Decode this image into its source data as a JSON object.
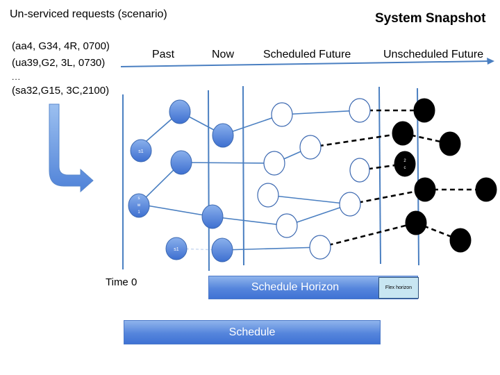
{
  "header": {
    "scenario_title": "Un-serviced requests (scenario)",
    "snapshot_title": "System Snapshot"
  },
  "requests": [
    "(aa4, G34, 4R, 0700)",
    "(ua39,G2, 3L, 0730)",
    "...",
    "(sa32,G15, 3C,2100)"
  ],
  "phases": {
    "past": "Past",
    "now": "Now",
    "scheduled_future": "Scheduled Future",
    "unscheduled_future": "Unscheduled Future"
  },
  "time_zero_label": "Time 0",
  "bars": {
    "schedule_horizon": "Schedule Horizon",
    "flex_horizon": "Flex horizon",
    "schedule": "Schedule"
  },
  "node_labels": {
    "s1_top": "s1",
    "s1_bottom": "s1",
    "sw1": [
      "s",
      "w",
      "1"
    ],
    "two_c": [
      "2",
      "c"
    ]
  },
  "colors": {
    "line_blue": "#4a7fc1",
    "node_blue": "#4f81d3",
    "node_white": "#ffffff",
    "node_black": "#000000"
  }
}
